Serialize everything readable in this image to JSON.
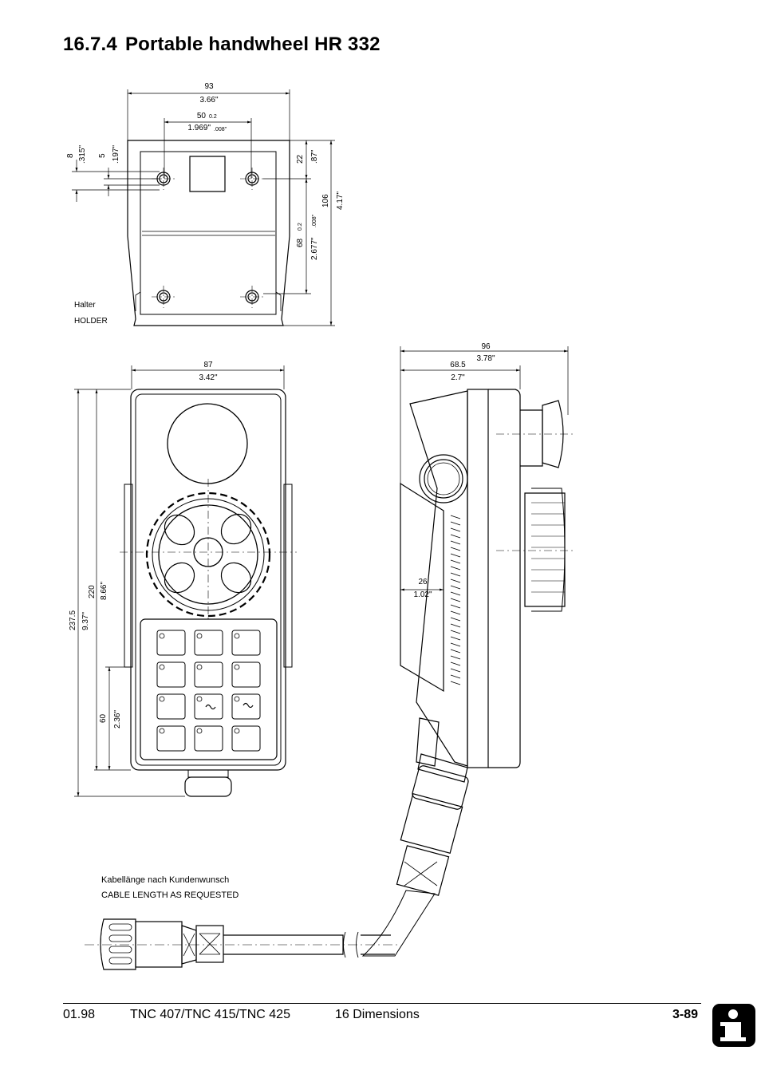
{
  "header": {
    "section_number": "16.7.4",
    "section_title": "Portable handwheel HR 332"
  },
  "holder": {
    "width_mm": "93",
    "width_in": "3.66\"",
    "hole_spacing_mm": "50",
    "hole_spacing_tol_mm": "0.2",
    "hole_spacing_in": "1.969\"",
    "hole_spacing_tol_in": ".008\"",
    "dim_8": "8",
    "dim_8_in": ".315\"",
    "dim_5": "5",
    "dim_5_in": ".197\"",
    "dim_22": "22",
    "dim_22_in": ".87\"",
    "dim_68": "68",
    "dim_68_tol": "0.2",
    "dim_68_in": "2.677\"",
    "dim_68_tol_in": ".008\"",
    "dim_106": "106",
    "dim_106_in": "4.17\"",
    "label_de": "Halter",
    "label_en": "HOLDER"
  },
  "front_view": {
    "width_mm": "87",
    "width_in": "3.42\"",
    "height_237": "237.5",
    "height_237_in": "9.37\"",
    "height_220": "220",
    "height_220_in": "8.66\"",
    "dim_60": "60",
    "dim_60_in": "2.36\""
  },
  "side_view": {
    "depth_96": "96",
    "depth_96_in": "3.78\"",
    "depth_68": "68.5",
    "depth_68_in": "2.7\"",
    "dim_26": "26",
    "dim_26_in": "1.02\""
  },
  "cable": {
    "label_de": "Kabellänge nach Kundenwunsch",
    "label_en": "CABLE LENGTH AS REQUESTED"
  },
  "footer": {
    "date": "01.98",
    "model": "TNC 407/TNC 415/TNC 425",
    "chapter": "16  Dimensions",
    "page": "3-89"
  },
  "icons": [
    "info-icon"
  ]
}
